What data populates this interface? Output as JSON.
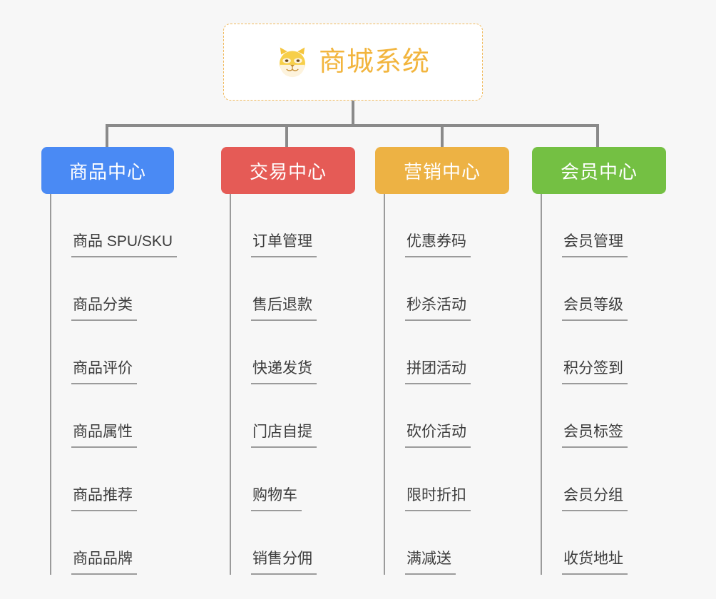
{
  "page": {
    "background_color": "#f7f7f7",
    "type": "mindmap-org-chart"
  },
  "root": {
    "title": "商城系统",
    "icon": "shiba-dog-face-icon",
    "text_color": "#f2b53e",
    "border_color": "#f0b95c",
    "fill_color": "#ffffff"
  },
  "connector_color": "#8a8a8a",
  "branches": [
    {
      "label": "商品中心",
      "color": "#4a8af4",
      "items": [
        "商品 SPU/SKU",
        "商品分类",
        "商品评价",
        "商品属性",
        "商品推荐",
        "商品品牌"
      ]
    },
    {
      "label": "交易中心",
      "color": "#e55b56",
      "items": [
        "订单管理",
        "售后退款",
        "快递发货",
        "门店自提",
        "购物车",
        "销售分佣"
      ]
    },
    {
      "label": "营销中心",
      "color": "#edb244",
      "items": [
        "优惠券码",
        "秒杀活动",
        "拼团活动",
        "砍价活动",
        "限时折扣",
        "满减送"
      ]
    },
    {
      "label": "会员中心",
      "color": "#74c043",
      "items": [
        "会员管理",
        "会员等级",
        "积分签到",
        "会员标签",
        "会员分组",
        "收货地址"
      ]
    }
  ]
}
